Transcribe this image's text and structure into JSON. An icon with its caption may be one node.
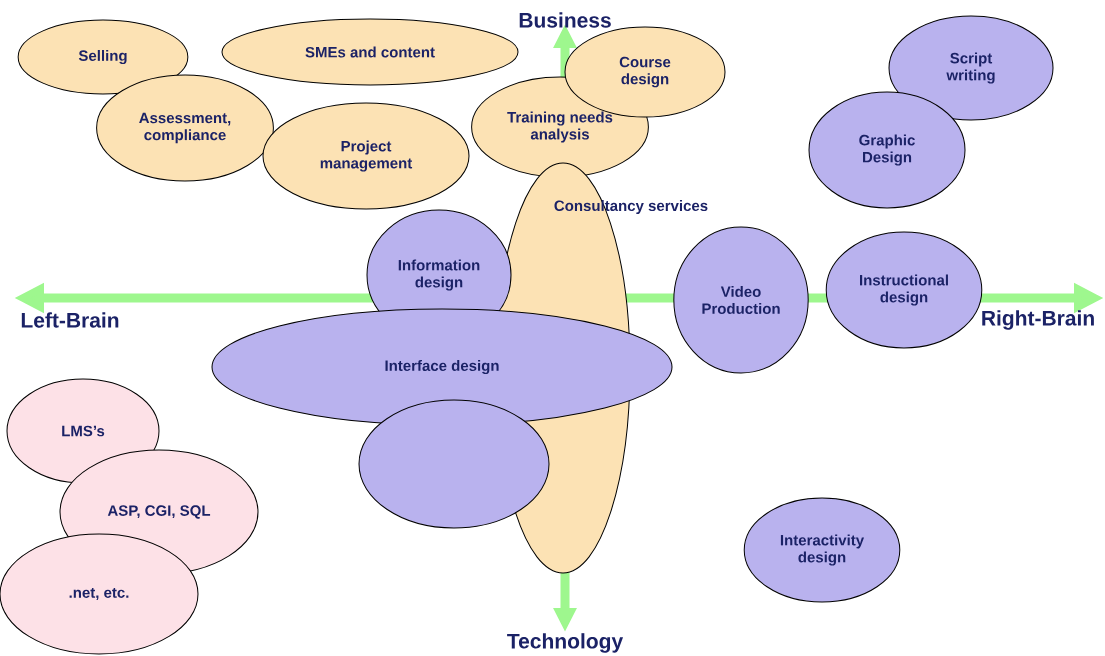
{
  "diagram": {
    "nodes": [
      {
        "text": [
          "Selling"
        ]
      },
      {
        "text": [
          "SMEs and content"
        ]
      },
      {
        "text": [
          "Assessment, compliance"
        ]
      },
      {
        "text": [
          "Project management"
        ]
      },
      {
        "text": [
          "Course design"
        ]
      },
      {
        "text": [
          "Training needs analysis"
        ]
      },
      {
        "text": [
          "Script writing"
        ]
      },
      {
        "text": [
          "Graphic Design"
        ]
      },
      {
        "text": [
          "Consultancy services"
        ]
      },
      {
        "text": [
          "Information design"
        ]
      },
      {
        "text": [
          "Video Production"
        ]
      },
      {
        "text": [
          "Instructional design"
        ]
      },
      {
        "text": [
          "Interface design"
        ]
      },
      {
        "text": [],
        "shape": "ellipse"
      },
      {
        "text": [
          "LMS’s"
        ]
      },
      {
        "text": [
          "ASP, CGI, SQL"
        ]
      },
      {
        "text": [
          ".net, etc."
        ]
      },
      {
        "text": [
          "Interactivity design"
        ]
      }
    ],
    "labels": [
      "Business",
      "Left-Brain",
      "Right-Brain",
      "Technology"
    ]
  }
}
